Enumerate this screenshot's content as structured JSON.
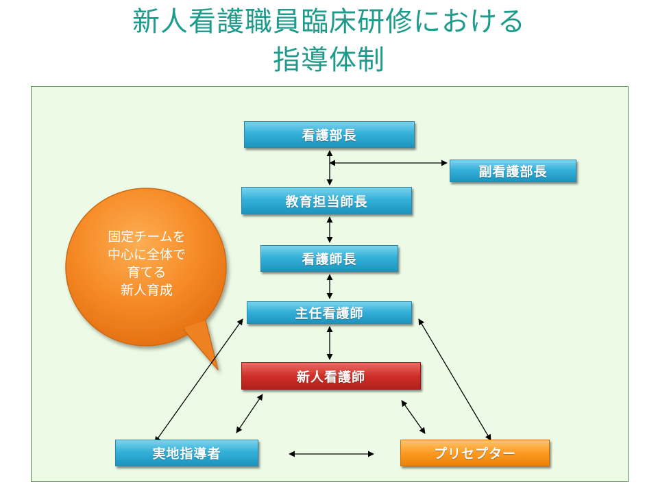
{
  "title": {
    "line1": "新人看護職員臨床研修における",
    "line2": "指導体制"
  },
  "nodes": {
    "nursing_director": "看護部長",
    "deputy_nursing_director": "副看護部長",
    "education_head_nurse": "教育担当師長",
    "head_nurse": "看護師長",
    "chief_nurse": "主任看護師",
    "new_nurse": "新人看護師",
    "practical_instructor": "実地指導者",
    "preceptor": "プリセプター"
  },
  "callout": {
    "lines": [
      "固定チームを",
      "中心に全体で",
      "育てる",
      "新人育成"
    ]
  },
  "colors": {
    "title": "#1f9b8c",
    "panel_background": "#edfbe6",
    "panel_border": "#4f8a4a",
    "blue_box": "#35b1d9",
    "red_box": "#cf2f28",
    "orange_box": "#fb9a22",
    "callout": "#f47d1c"
  }
}
